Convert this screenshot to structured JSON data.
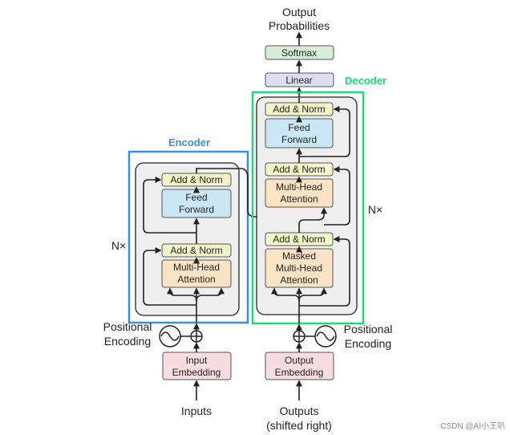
{
  "output_probabilities": [
    "Output",
    "Probabilities"
  ],
  "softmax": "Softmax",
  "linear": "Linear",
  "encoder": {
    "title": "Encoder",
    "nx": "N×",
    "add_norm": "Add & Norm",
    "feed_forward": [
      "Feed",
      "Forward"
    ],
    "multi_head_attention": [
      "Multi-Head",
      "Attention"
    ],
    "color": "#3b8fe0"
  },
  "decoder": {
    "title": "Decoder",
    "nx": "N×",
    "add_norm": "Add & Norm",
    "feed_forward": [
      "Feed",
      "Forward"
    ],
    "multi_head_attention": [
      "Multi-Head",
      "Attention"
    ],
    "masked_multi_head_attention": [
      "Masked",
      "Multi-Head",
      "Attention"
    ],
    "color": "#22d67a"
  },
  "positional_encoding": [
    "Positional",
    "Encoding"
  ],
  "input_embedding": [
    "Input",
    "Embedding"
  ],
  "output_embedding": [
    "Output",
    "Embedding"
  ],
  "inputs": "Inputs",
  "outputs": [
    "Outputs",
    "(shifted right)"
  ],
  "watermark": "CSDN @AI小王叭",
  "colors": {
    "add_norm_fill": "#f2f6c8",
    "feed_forward_fill": "#cbe7f5",
    "attention_fill": "#fbe3c3",
    "embedding_fill": "#f8dde0",
    "softmax_fill": "#d7efd9",
    "linear_fill": "#dcdff3",
    "layer_bg": "#efefef"
  }
}
